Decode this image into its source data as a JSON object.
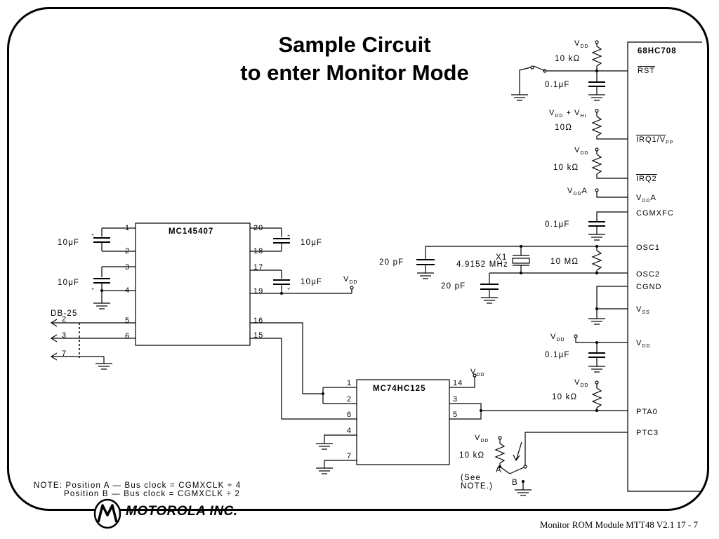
{
  "title": {
    "line1": "Sample Circuit",
    "line2": "to enter Monitor Mode"
  },
  "mcu": {
    "name": "68HC708",
    "pins": {
      "rst": "RST",
      "irq1": "IRQ1/V",
      "irq1_sub": "PP",
      "irq2": "IRQ2",
      "vdda": "V",
      "vdda_sub": "DD",
      "vdda_suffix": "A",
      "cgmxfc": "CGMXFC",
      "osc1": "OSC1",
      "osc2": "OSC2",
      "cgnd": "CGND",
      "vss": "V",
      "vss_sub": "SS",
      "vdd": "V",
      "vdd_sub": "DD",
      "pta0": "PTA0",
      "ptc3": "PTC3"
    }
  },
  "components": {
    "vdd": "V",
    "vdd_sub": "DD",
    "vdd_plus_vhi": "+ V",
    "vhi_sub": "HI",
    "vdda_label": "A",
    "r_10k": "10 kΩ",
    "r_10": "10Ω",
    "r_10m": "10 MΩ",
    "c_01uf": "0.1μF",
    "c_20pf": "20 pF",
    "c_10uf": "10μF",
    "crystal_name": "X1",
    "crystal_freq": "4.9152 MHz"
  },
  "mc145407": {
    "name": "MC145407",
    "left_pins": [
      "1",
      "2",
      "3",
      "4",
      "5",
      "6"
    ],
    "right_pins": [
      "20",
      "18",
      "17",
      "19",
      "16",
      "15"
    ]
  },
  "db25": {
    "label": "DB-25",
    "pins": [
      "2",
      "3",
      "7"
    ]
  },
  "mc74hc125": {
    "name": "MC74HC125",
    "left_pins": [
      "1",
      "2",
      "6",
      "4",
      "7"
    ],
    "right_pins": [
      "14",
      "3",
      "5"
    ]
  },
  "switch": {
    "pos_a": "A",
    "pos_b": "B",
    "see_note_line1": "(See",
    "see_note_line2": "NOTE.)"
  },
  "note": {
    "line1": "NOTE: Position A — Bus clock = CGMXCLK ÷ 4",
    "line2": "Position B — Bus clock = CGMXCLK ÷ 2"
  },
  "logo": {
    "text": "MOTOROLA INC."
  },
  "footer": "Monitor ROM Module MTT48  V2.1  17 - 7"
}
